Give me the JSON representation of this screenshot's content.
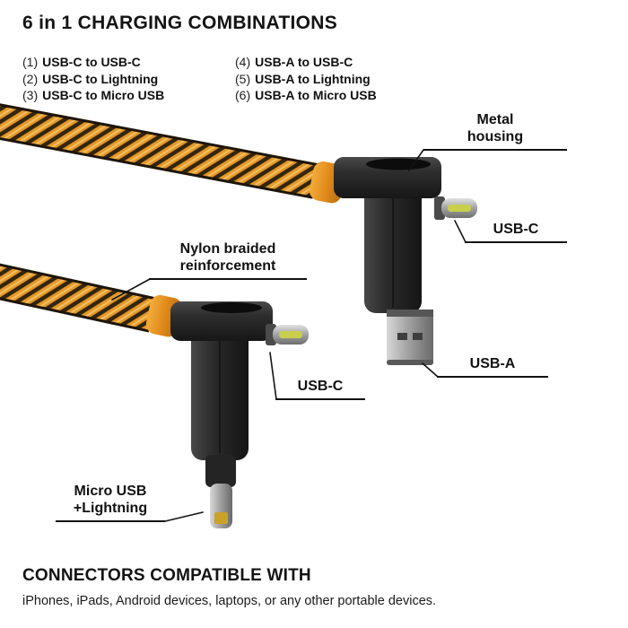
{
  "title": "6 in 1 CHARGING COMBINATIONS",
  "combinations": [
    {
      "num": "(1)",
      "label": "USB-C to USB-C"
    },
    {
      "num": "(2)",
      "label": "USB-C to Lightning"
    },
    {
      "num": "(3)",
      "label": "USB-C to Micro USB"
    },
    {
      "num": "(4)",
      "label": "USB-A to USB-C"
    },
    {
      "num": "(5)",
      "label": "USB-A to Lightning"
    },
    {
      "num": "(6)",
      "label": "USB-A to Micro USB"
    }
  ],
  "annotations": {
    "metal_housing": {
      "line1": "Metal",
      "line2": "housing"
    },
    "usb_c_top": "USB-C",
    "nylon": {
      "line1": "Nylon braided",
      "line2": "reinforcement"
    },
    "usb_a": "USB-A",
    "usb_c_bottom": "USB-C",
    "micro_lightning": {
      "line1": "Micro USB",
      "line2": "+Lightning"
    }
  },
  "footer": {
    "heading": "CONNECTORS COMPATIBLE WITH",
    "body": "iPhones, iPads, Android devices, laptops, or any other portable devices."
  },
  "colors": {
    "cable_braid": "#E2992B",
    "braid_shadow": "#35260B",
    "connector_housing": "#2E2E2E",
    "strain_relief": "#E08A1A",
    "metal": "#A8A8A8",
    "usb_c_tongue": "#C9CF4A",
    "lightning_contact": "#C9A227",
    "text": "#111111"
  }
}
